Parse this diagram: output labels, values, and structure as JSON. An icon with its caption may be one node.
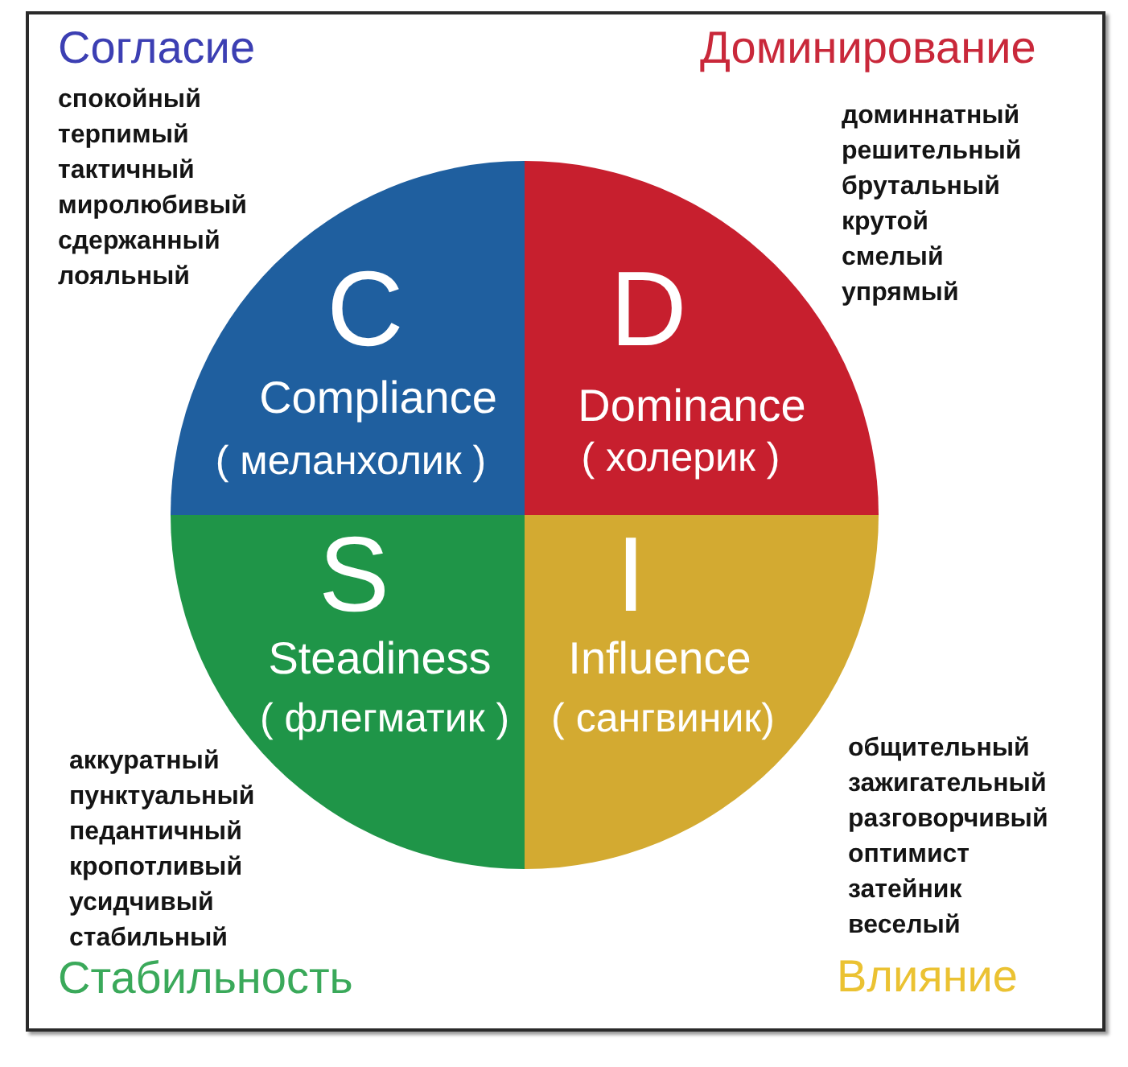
{
  "diagram": {
    "nodes": [
      {
        "text": [
          "C",
          "Compliance",
          "( меланхолик )"
        ],
        "beside": [
          "Согласие",
          "спокойный",
          "терпимый",
          "тактичный",
          "миролюбивый",
          "сдержанный",
          "лояльный"
        ]
      },
      {
        "text": [
          "D",
          "Dominance",
          "( холерик )"
        ],
        "beside": [
          "Доминирование",
          "доминнатный",
          "решительный",
          "брутальный",
          "крутой",
          "смелый",
          "упрямый"
        ]
      },
      {
        "text": [
          "S",
          "Steadiness",
          "( флегматик )"
        ],
        "beside": [
          "аккуратный",
          "пунктуальный",
          "педантичный",
          "кропотливый",
          "усидчивый",
          "стабильный",
          "Стабильность"
        ]
      },
      {
        "text": [
          "I",
          "Influence",
          "( сангвиник)"
        ],
        "beside": [
          "общительный",
          "зажигательный",
          "разговорчивый",
          "оптимист",
          "затейник",
          "веселый",
          "Влияние"
        ]
      }
    ]
  }
}
